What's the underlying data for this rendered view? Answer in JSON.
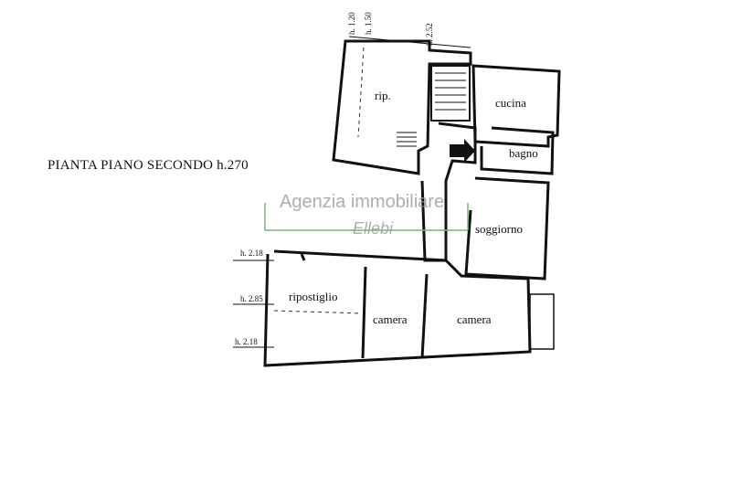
{
  "title": "PIANTA PIANO SECONDO h.270",
  "watermark": {
    "line1": "Agenzia immobiliare",
    "line2": "Ellebi",
    "color": "#9a9a9a"
  },
  "rooms": {
    "rip": "rip.",
    "cucina": "cucina",
    "bagno": "bagno",
    "soggiorno": "soggiorno",
    "ripostiglio": "ripostiglio",
    "camera_left": "camera",
    "camera_right": "camera"
  },
  "heights": {
    "top1": "h. 1.20",
    "top2": "h. 1.50",
    "top3": "h. 2.52",
    "left1": "h. 2.18",
    "left2": "h. 2.85",
    "left3": "h. 2.18"
  },
  "colors": {
    "wall": "#111111",
    "accent_green": "#7fb27f",
    "background": "#ffffff"
  }
}
